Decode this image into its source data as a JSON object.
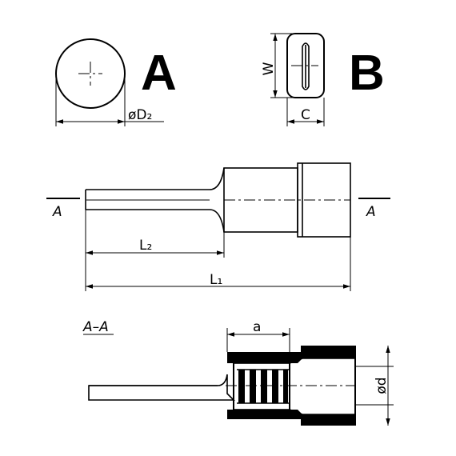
{
  "views": {
    "view_a_label": "A",
    "view_b_label": "B",
    "section_label": "A–A"
  },
  "dimensions": {
    "d2": "øD₂",
    "w": "W",
    "c": "C",
    "l2": "L₂",
    "l1": "L₁",
    "a": "a",
    "d": "ød"
  },
  "section_marks": {
    "left": "A",
    "right": "A"
  }
}
